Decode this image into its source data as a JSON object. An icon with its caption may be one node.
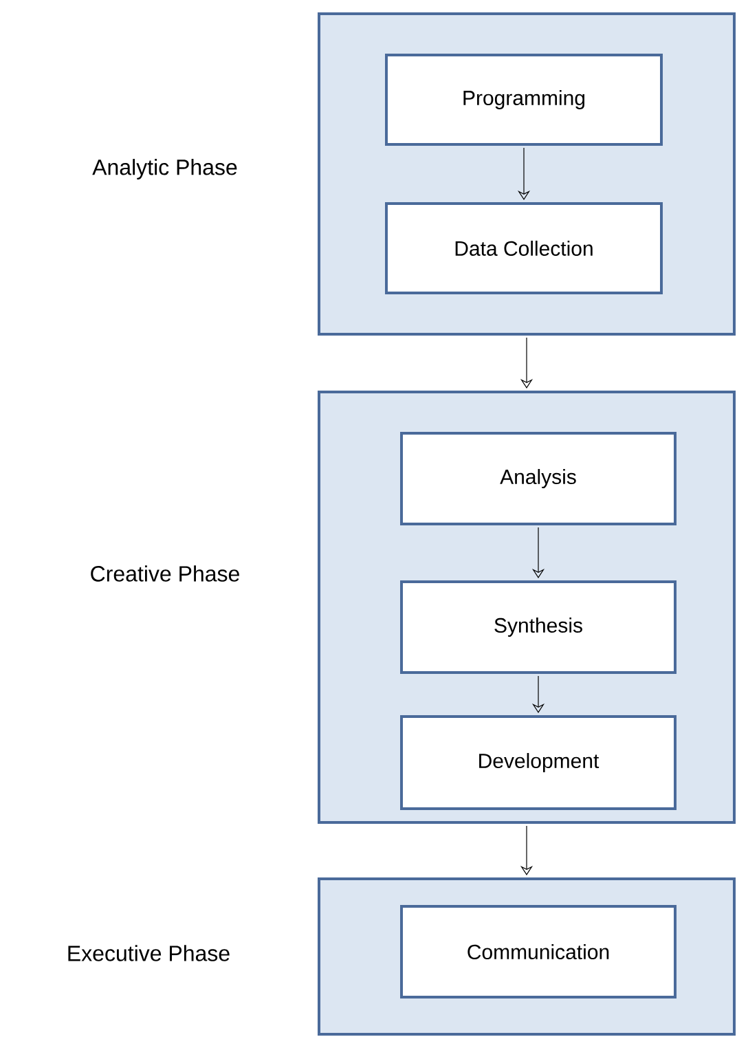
{
  "diagram": {
    "nodes": [
      {
        "text": [
          "Analytic Phase"
        ]
      },
      {
        "text": [
          "Programming"
        ],
        "in": 0
      },
      {
        "text": [
          "Data Collection"
        ],
        "in": 0
      },
      {
        "text": [
          "Creative Phase"
        ]
      },
      {
        "text": [
          "Analysis"
        ],
        "in": 3
      },
      {
        "text": [
          "Synthesis"
        ],
        "in": 3
      },
      {
        "text": [
          "Development"
        ],
        "in": 3
      },
      {
        "text": [
          "Executive Phase"
        ]
      },
      {
        "text": [
          "Communication"
        ],
        "in": 7
      }
    ],
    "edges": [
      {
        "from": 1,
        "to": 2,
        "arrow": "to"
      },
      {
        "from": 0,
        "to": 3,
        "arrow": "to"
      },
      {
        "from": 4,
        "to": 5,
        "arrow": "to"
      },
      {
        "from": 5,
        "to": 6,
        "arrow": "to"
      },
      {
        "from": 3,
        "to": 7,
        "arrow": "to"
      }
    ]
  }
}
